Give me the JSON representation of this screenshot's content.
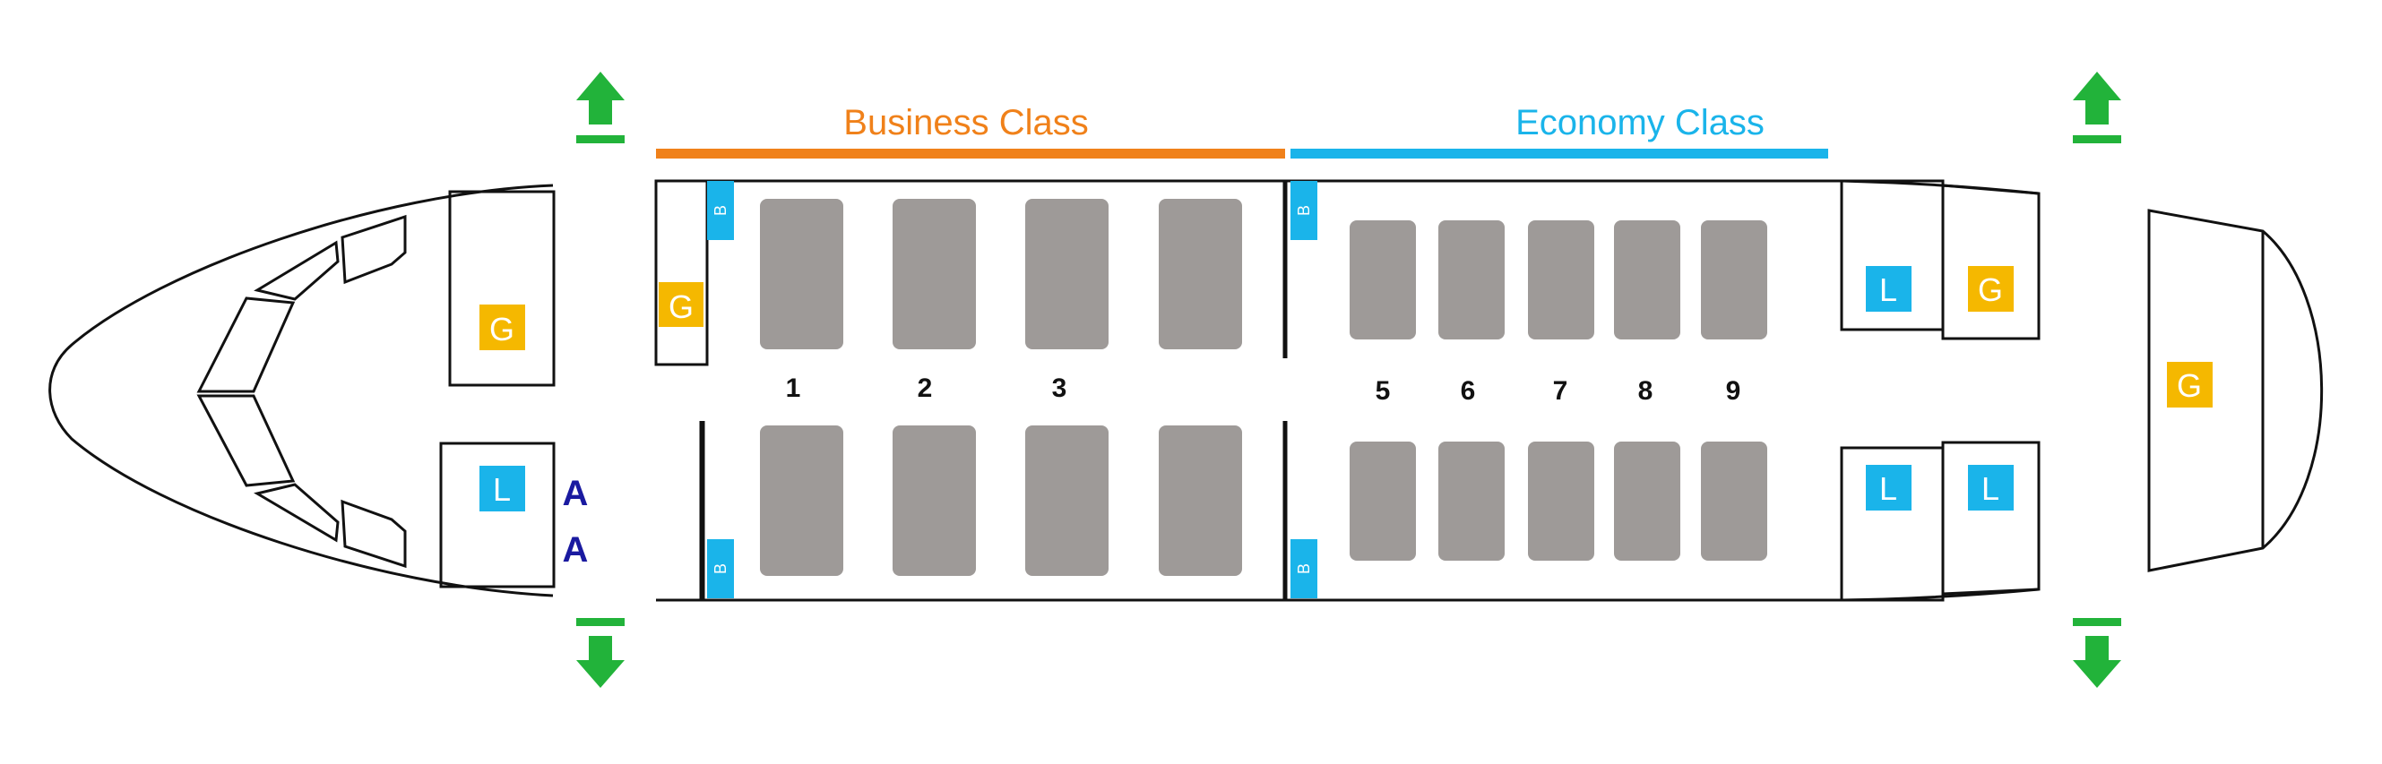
{
  "classes": {
    "business": {
      "label": "Business Class",
      "color": "#f0811a"
    },
    "economy": {
      "label": "Economy Class",
      "color": "#1ab4ea"
    }
  },
  "rows": {
    "business": [
      "1",
      "2",
      "3",
      ""
    ],
    "economy": [
      "5",
      "6",
      "7",
      "8",
      "9"
    ]
  },
  "markers": {
    "galley": "G",
    "lavatory": "L",
    "bassinet": "B",
    "attendant": "A"
  },
  "colors": {
    "galley": "#f5b800",
    "lavatory": "#1ab4ea",
    "seat": "#9e9a98",
    "exit_arrow": "#22b33a",
    "attendant": "#1a1aa0",
    "outline": "#111111"
  },
  "icons": {
    "exit": "arrow-icon"
  }
}
